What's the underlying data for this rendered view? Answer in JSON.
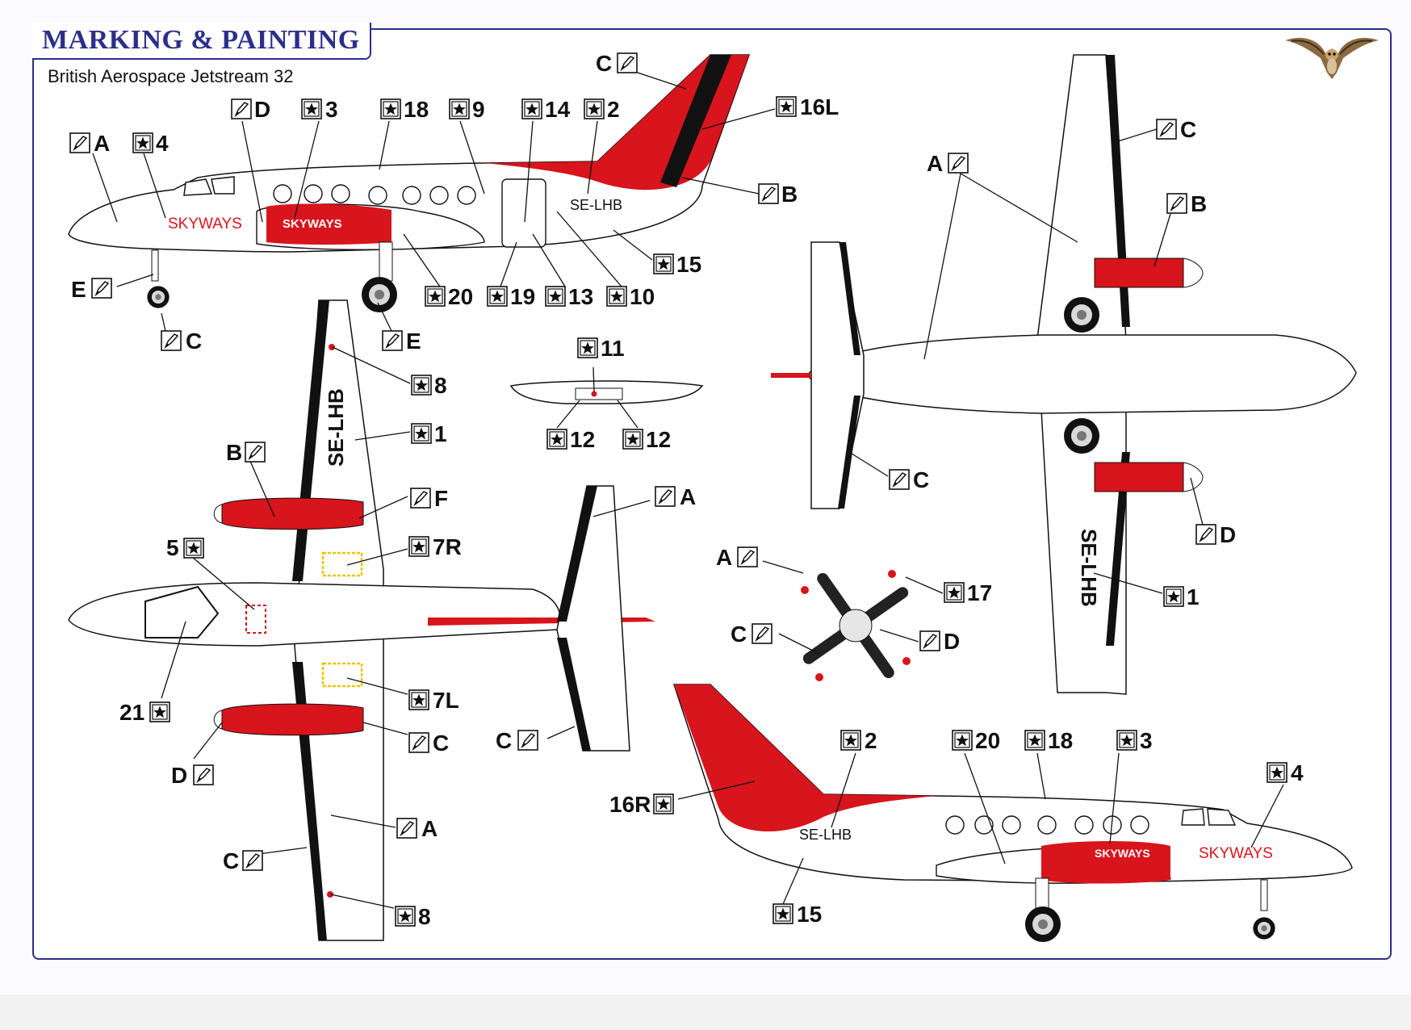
{
  "header": {
    "title": "MARKING & PAINTING",
    "subtitle": "British Aerospace Jetstream 32"
  },
  "colors": {
    "frame": "#2b2f8a",
    "livery_red": "#d8141c",
    "outline": "#1a1a1a",
    "warning_yellow": "#f2c200"
  },
  "icons": {
    "paint": "brush-icon",
    "decal": "star-decal-icon",
    "logo": "owl-logo"
  },
  "aircraft": {
    "registration": "SE-LHB",
    "fin_marking": "SE-LHB",
    "airline": "SKYWAYS",
    "engine_logo": "SKYWAYS"
  },
  "callouts": {
    "side_left": {
      "paint_a": "A",
      "decal_4": "4",
      "paint_d": "D",
      "decal_3": "3",
      "decal_18": "18",
      "decal_9": "9",
      "decal_14": "14",
      "decal_2": "2",
      "paint_c_fin": "C",
      "decal_16l": "16L",
      "paint_b_fin": "B",
      "decal_15": "15",
      "paint_e_nose": "E",
      "paint_c_nose": "C",
      "paint_e_main": "E",
      "decal_20": "20",
      "decal_19": "19",
      "decal_13": "13",
      "decal_10": "10"
    },
    "top_view": {
      "decal_8a": "8",
      "decal_1": "1",
      "paint_b": "B",
      "paint_f": "F",
      "decal_5": "5",
      "decal_7r": "7R",
      "decal_21": "21",
      "decal_7l": "7L",
      "paint_c_nac": "C",
      "paint_d": "D",
      "paint_a": "A",
      "paint_c_wing": "C",
      "decal_8b": "8"
    },
    "tailplane": {
      "paint_a": "A",
      "paint_c": "C"
    },
    "ventral": {
      "decal_11": "11",
      "decal_12a": "12",
      "decal_12b": "12"
    },
    "underside": {
      "paint_c_top": "C",
      "paint_a": "A",
      "paint_b": "B",
      "paint_c_tail": "C",
      "paint_d": "D",
      "decal_1": "1"
    },
    "propeller": {
      "paint_a": "A",
      "paint_c": "C",
      "paint_d": "D",
      "decal_17": "17"
    },
    "side_right": {
      "decal_2": "2",
      "decal_20": "20",
      "decal_18": "18",
      "decal_3": "3",
      "decal_4": "4",
      "decal_16r": "16R",
      "decal_15": "15"
    }
  }
}
